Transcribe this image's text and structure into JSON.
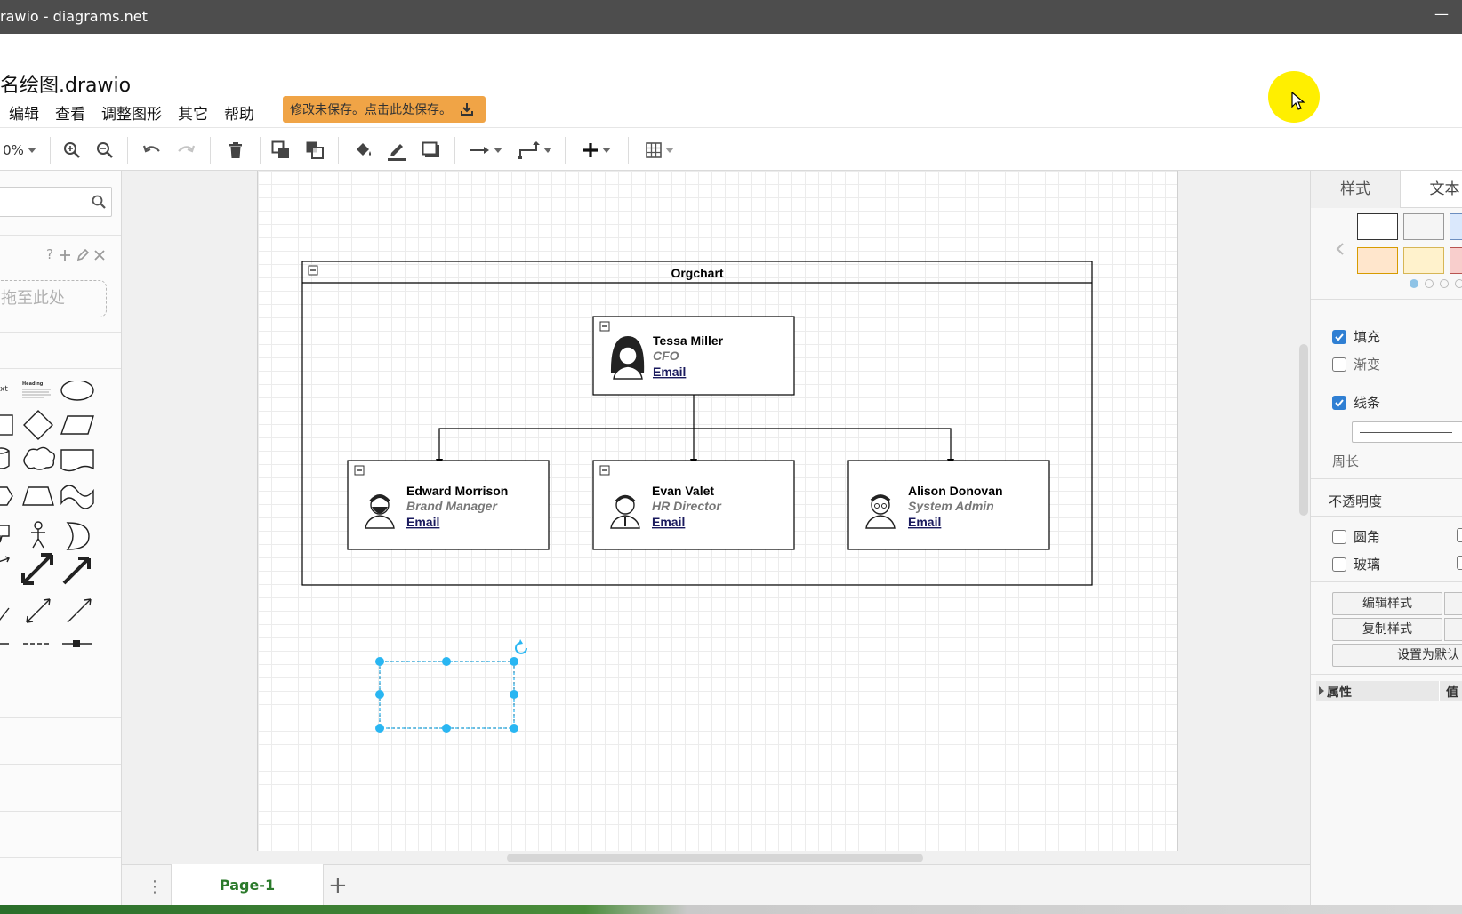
{
  "window": {
    "title": "rawio - diagrams.net",
    "minimize": "—"
  },
  "document": {
    "title": "名绘图.drawio"
  },
  "menu": [
    "编辑",
    "查看",
    "调整图形",
    "其它",
    "帮助"
  ],
  "save_banner": "修改未保存。点击此处保存。",
  "toolbar": {
    "zoom": "0%"
  },
  "left_panel": {
    "drop_hint": "拖至此处",
    "scratch_help": "?",
    "shape_text_label": "xt",
    "shape_heading_label": "Heading"
  },
  "diagram": {
    "container_title": "Orgchart",
    "people": [
      {
        "name": "Tessa Miller",
        "title": "CFO",
        "link": "Email"
      },
      {
        "name": "Edward Morrison",
        "title": "Brand Manager",
        "link": "Email"
      },
      {
        "name": "Evan Valet",
        "title": "HR Director",
        "link": "Email"
      },
      {
        "name": "Alison Donovan",
        "title": "System Admin",
        "link": "Email"
      }
    ]
  },
  "pages": {
    "current": "Page-1",
    "add": "+"
  },
  "format_panel": {
    "tabs": [
      "样式",
      "文本"
    ],
    "fill": "填充",
    "gradient": "渐变",
    "line": "线条",
    "perimeter": "周长",
    "opacity": "不透明度",
    "rounded": "圆角",
    "glass": "玻璃",
    "edit_style": "编辑样式",
    "copy_style": "复制样式",
    "set_default": "设置为默认",
    "property": "属性",
    "value": "值",
    "fill_checked": true,
    "gradient_checked": false,
    "line_checked": true,
    "rounded_checked": false,
    "glass_checked": false
  },
  "colors": {
    "accent": "#2f7fd3",
    "selection": "#29b6f2",
    "save_banner": "#f0a446",
    "page_tab": "#2b7a2b",
    "cursor_highlight": "#ffef00",
    "swatches": [
      "#ffffff",
      "#f5f5f5",
      "#dae8fc",
      "#ffe6cc",
      "#fff2cc",
      "#f8cecc"
    ]
  }
}
